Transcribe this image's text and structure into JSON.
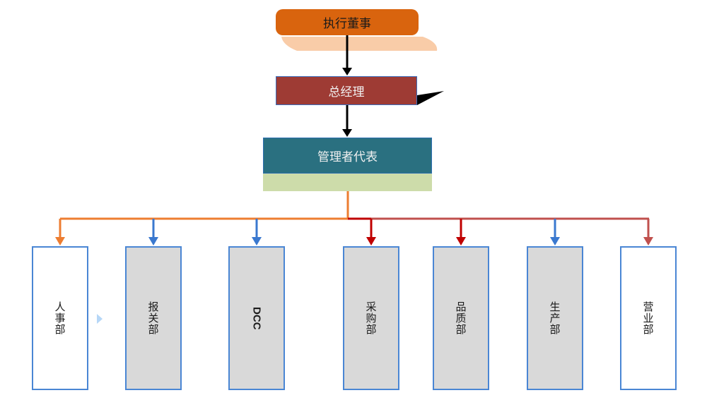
{
  "diagram": {
    "type": "org-chart",
    "top": {
      "label": "执行董事",
      "color": "#d9640e",
      "shadow_color": "#f9cca8"
    },
    "general_manager": {
      "label": "总经理",
      "color": "#9e3b34"
    },
    "management_rep": {
      "label": "管理者代表",
      "color": "#2a7080",
      "sub_color": "#cddcaa"
    },
    "departments": [
      {
        "label": "人事部",
        "fill": "white",
        "connector_color": "#ed7d31"
      },
      {
        "label": "报关部",
        "fill": "gray",
        "connector_color": "#3a78cf"
      },
      {
        "label": "DCC",
        "fill": "gray",
        "connector_color": "#3a78cf"
      },
      {
        "label": "采购部",
        "fill": "gray",
        "connector_color": "#c00000"
      },
      {
        "label": "品质部",
        "fill": "gray",
        "connector_color": "#c00000"
      },
      {
        "label": "生产部",
        "fill": "gray",
        "connector_color": "#3a78cf"
      },
      {
        "label": "营业部",
        "fill": "white",
        "connector_color": "#c0504d"
      }
    ],
    "colors": {
      "arrow_black": "#000000",
      "trunk_orange": "#ed7d31",
      "trunk_red": "#c00000",
      "trunk_brick": "#c0504d",
      "box_border": "#4a86d4",
      "gray_fill": "#d9d9d9"
    }
  }
}
